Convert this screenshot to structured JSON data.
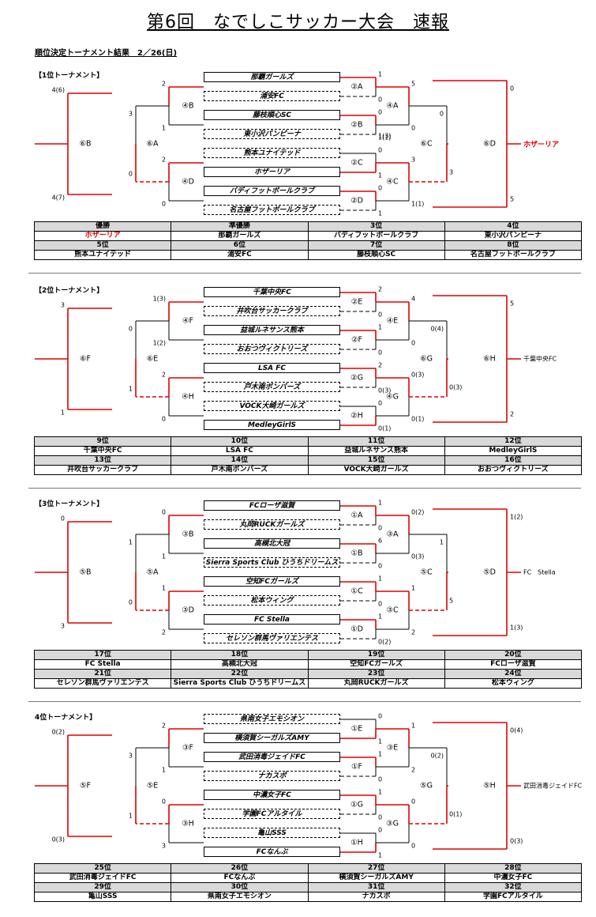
{
  "title": "第6回　なでしこサッカー大会　速報",
  "subtitle": "順位決定トーナメント結果　2／26(日)",
  "sections": [
    {
      "heading": "【1位トーナメント】",
      "teams": [
        {
          "name": "那覇ガールズ",
          "dashed": false
        },
        {
          "name": "浦安FC",
          "dashed": true
        },
        {
          "name": "藤枝順心SC",
          "dashed": false
        },
        {
          "name": "東小沢パンピーナ",
          "dashed": true
        },
        {
          "name": "熊本ユナイテッド",
          "dashed": true
        },
        {
          "name": "ホザーリア",
          "dashed": false
        },
        {
          "name": "バディフットボールクラブ",
          "dashed": false
        },
        {
          "name": "名古屋フットボールクラブ",
          "dashed": true
        }
      ],
      "r1": [
        "②A",
        "②B",
        "②C",
        "②D"
      ],
      "r2": [
        "④A",
        "④C"
      ],
      "r3": "⑥C",
      "r4": "⑥D",
      "l2": [
        "④B",
        "④D"
      ],
      "l3": "⑥A",
      "l4": "⑥B",
      "winner": "ホザーリア",
      "winner_red": true,
      "scores": {
        "r1": [
          "1",
          "0",
          "0",
          "1(1)",
          "0",
          "1",
          "0",
          "1"
        ],
        "r2": [
          "5",
          "0",
          "3",
          "1(1)"
        ],
        "r3": [
          "0",
          "3"
        ],
        "r4": [
          "0",
          "5"
        ],
        "l2": [
          "2",
          "1",
          "2",
          "0"
        ],
        "l3": [
          "3",
          "0"
        ],
        "l4": [
          "4(6)",
          "4(7)"
        ],
        "extra": "1(3)"
      },
      "ranks": [
        {
          "h": "優勝",
          "v": "ホザーリア",
          "red": true
        },
        {
          "h": "準優勝",
          "v": "那覇ガールズ"
        },
        {
          "h": "3位",
          "v": "バディフットボールクラブ"
        },
        {
          "h": "4位",
          "v": "東小沢パンピーナ"
        },
        {
          "h": "5位",
          "v": "熊本ユナイテッド"
        },
        {
          "h": "6位",
          "v": "浦安FC"
        },
        {
          "h": "7位",
          "v": "藤枝順心SC"
        },
        {
          "h": "8位",
          "v": "名古屋フットボールクラブ"
        }
      ]
    },
    {
      "heading": "【2位トーナメント】",
      "teams": [
        {
          "name": "千葉中央FC",
          "dashed": false
        },
        {
          "name": "井吹台サッカークラブ",
          "dashed": true
        },
        {
          "name": "益城ルネサンス熊本",
          "dashed": false
        },
        {
          "name": "おおつヴィクトリーズ",
          "dashed": true
        },
        {
          "name": "LSA FC",
          "dashed": false
        },
        {
          "name": "戸木南ボンバーズ",
          "dashed": true
        },
        {
          "name": "VOCK大崎ガールズ",
          "dashed": true
        },
        {
          "name": "MedleyGirlS",
          "dashed": false
        }
      ],
      "r1": [
        "②E",
        "②F",
        "②G",
        "②H"
      ],
      "r2": [
        "④E",
        "④G"
      ],
      "r3": "⑥G",
      "r4": "⑥H",
      "l2": [
        "④F",
        "④H"
      ],
      "l3": "⑥E",
      "l4": "⑥F",
      "winner": "千葉中央FC",
      "winner_red": false,
      "scores": {
        "r1": [
          "2",
          "0",
          "1",
          "0",
          "2",
          "0(3)",
          "0",
          "0(1)"
        ],
        "r2": [
          "4",
          "0",
          "0(3)",
          "0(1)"
        ],
        "r3": [
          "0(4)",
          "0(3)"
        ],
        "r4": [
          "5",
          "2"
        ],
        "l2": [
          "1(3)",
          "1(2)",
          "2",
          "0"
        ],
        "l3": [
          "0",
          "1"
        ],
        "l4": [
          "3",
          "1"
        ],
        "extra": ""
      },
      "ranks": [
        {
          "h": "9位",
          "v": "千葉中央FC"
        },
        {
          "h": "10位",
          "v": "LSA FC"
        },
        {
          "h": "11位",
          "v": "益城ルネサンス熊本"
        },
        {
          "h": "12位",
          "v": "MedleyGirlS"
        },
        {
          "h": "13位",
          "v": "井吹台サッカークラブ"
        },
        {
          "h": "14位",
          "v": "戸木南ボンバーズ"
        },
        {
          "h": "15位",
          "v": "VOCK大崎ガールズ"
        },
        {
          "h": "16位",
          "v": "おおつヴィクトリーズ"
        }
      ]
    },
    {
      "heading": "【3位トーナメント】",
      "teams": [
        {
          "name": "FCローザ滋賀",
          "dashed": false
        },
        {
          "name": "丸岡RUCKガールズ",
          "dashed": true
        },
        {
          "name": "高槻北大冠",
          "dashed": false
        },
        {
          "name": "Sierra Sports Club ひうちドリームス",
          "dashed": true
        },
        {
          "name": "空知FCガールズ",
          "dashed": false
        },
        {
          "name": "松本ウィング",
          "dashed": true
        },
        {
          "name": "FC Stella",
          "dashed": false
        },
        {
          "name": "セレソン群馬ヴァリエンテス",
          "dashed": true
        }
      ],
      "r1": [
        "①A",
        "①B",
        "①C",
        "①D"
      ],
      "r2": [
        "③A",
        "③C"
      ],
      "r3": "⑤C",
      "r4": "⑤D",
      "l2": [
        "③B",
        "③D"
      ],
      "l3": "⑤A",
      "l4": "⑤B",
      "winner": "FC　Stella",
      "winner_red": false,
      "scores": {
        "r1": [
          "1",
          "0",
          "6",
          "0",
          "1",
          "0",
          "1",
          "0(2)"
        ],
        "r2": [
          "0(2)",
          "0(3)",
          "1",
          "2"
        ],
        "r3": [
          "1",
          "5"
        ],
        "r4": [
          "1(2)",
          "1(3)"
        ],
        "l2": [
          "0",
          "1",
          "1",
          "2"
        ],
        "l3": [
          "1",
          "0"
        ],
        "l4": [
          "0",
          "3"
        ],
        "extra": ""
      },
      "ranks": [
        {
          "h": "17位",
          "v": "FC Stella"
        },
        {
          "h": "18位",
          "v": "高槻北大冠"
        },
        {
          "h": "19位",
          "v": "空知FCガールズ"
        },
        {
          "h": "20位",
          "v": "FCローザ滋賀"
        },
        {
          "h": "21位",
          "v": "セレソン群馬ヴァリエンテス"
        },
        {
          "h": "22位",
          "v": "Sierra Sports Club ひうちドリームス"
        },
        {
          "h": "23位",
          "v": "丸岡RUCKガールズ"
        },
        {
          "h": "24位",
          "v": "松本ウィング"
        }
      ]
    },
    {
      "heading": "4位トーナメント】",
      "teams": [
        {
          "name": "県南女子エモシオン",
          "dashed": true
        },
        {
          "name": "横須賀シーガルズAMY",
          "dashed": false
        },
        {
          "name": "武田消毒ジェイドFC",
          "dashed": false
        },
        {
          "name": "ナカスポ",
          "dashed": true
        },
        {
          "name": "中濃女子FC",
          "dashed": false
        },
        {
          "name": "学園FCアルタイル",
          "dashed": true
        },
        {
          "name": "亀山SSS",
          "dashed": true
        },
        {
          "name": "FCなんぶ",
          "dashed": false
        }
      ],
      "r1": [
        "①E",
        "①F",
        "①G",
        "①H"
      ],
      "r2": [
        "③E",
        "③G"
      ],
      "r3": "⑤G",
      "r4": "⑤H",
      "l2": [
        "③F",
        "③H"
      ],
      "l3": "⑤E",
      "l4": "⑤F",
      "winner": "武田消毒ジェイドFC",
      "winner_red": false,
      "scores": {
        "r1": [
          "0",
          "1",
          "1",
          "0",
          "1",
          "0",
          "0",
          "1"
        ],
        "r2": [
          "1",
          "2",
          "0",
          "0"
        ],
        "r3": [
          "0(2)",
          "0(1)"
        ],
        "r4": [
          "0(4)",
          "0(3)"
        ],
        "l2": [
          "2",
          "1",
          "0",
          "3"
        ],
        "l3": [
          "3",
          "1"
        ],
        "l4": [
          "0(2)",
          "0(3)"
        ],
        "extra": ""
      },
      "ranks": [
        {
          "h": "25位",
          "v": "武田消毒ジェイドFC"
        },
        {
          "h": "26位",
          "v": "FCなんぶ"
        },
        {
          "h": "27位",
          "v": "横須賀シーガルズAMY"
        },
        {
          "h": "28位",
          "v": "中濃女子FC"
        },
        {
          "h": "29位",
          "v": "亀山SSS"
        },
        {
          "h": "30位",
          "v": "県南女子エモシオン"
        },
        {
          "h": "31位",
          "v": "ナカスポ"
        },
        {
          "h": "32位",
          "v": "学園FCアルタイル"
        }
      ]
    }
  ]
}
